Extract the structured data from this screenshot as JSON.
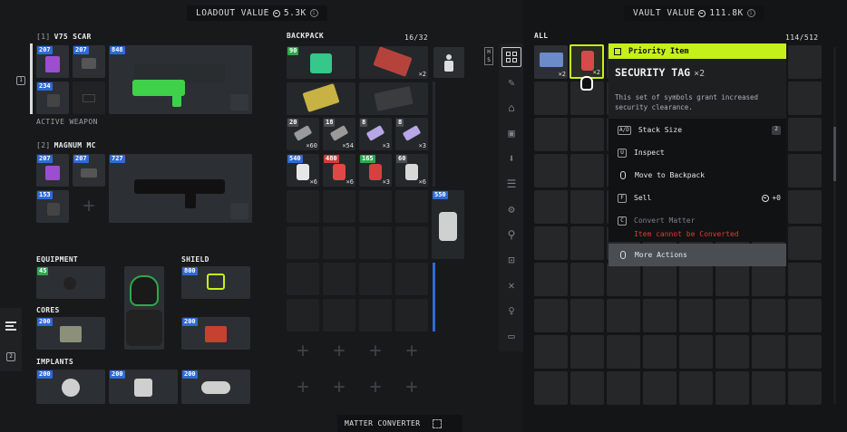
{
  "header": {
    "loadout_label": "LOADOUT VALUE",
    "loadout_value": "5.3K",
    "vault_label": "VAULT VALUE",
    "vault_value": "111.8K"
  },
  "weapons": {
    "w1": {
      "index": "[1]",
      "name": "V75 SCAR",
      "active_label": "ACTIVE WEAPON",
      "side_key": "1",
      "mods": [
        "207",
        "207",
        "234"
      ],
      "value": "848"
    },
    "w2": {
      "index": "[2]",
      "name": "MAGNUM MC",
      "mods": [
        "207",
        "207",
        "153"
      ],
      "value": "727"
    }
  },
  "equipment": {
    "equipment_label": "EQUIPMENT",
    "equipment_value": "45",
    "shield_label": "SHIELD",
    "shield_value": "800",
    "cores_label": "CORES",
    "cores": [
      "200",
      "200"
    ],
    "implants_label": "IMPLANTS",
    "implants": [
      "200",
      "200",
      "200"
    ]
  },
  "backpack": {
    "title": "BACKPACK",
    "capacity": "16/32",
    "hs_label": "H S",
    "items_row1": [
      {
        "value": "90",
        "count": ""
      },
      {
        "value": "",
        "count": "×2"
      }
    ],
    "items_row3": [
      {
        "value": "20",
        "count": "×60"
      },
      {
        "value": "18",
        "count": "×54"
      },
      {
        "value": "8",
        "count": "×3"
      },
      {
        "value": "8",
        "count": "×3"
      }
    ],
    "items_row4": [
      {
        "value": "540",
        "count": "×6"
      },
      {
        "value": "480",
        "count": "×6"
      },
      {
        "value": "165",
        "count": "×3"
      },
      {
        "value": "60",
        "count": "×6"
      }
    ],
    "drone_value": "550",
    "matter_converter": "MATTER CONVERTER"
  },
  "vault": {
    "title": "ALL",
    "capacity": "114/512",
    "item1_count": "×2",
    "item2_count": "×2"
  },
  "context_menu": {
    "priority": "Priority Item",
    "title": "SECURITY TAG",
    "title_count": "×2",
    "description": "This set of symbols grant increased security clearance.",
    "stack_key": "A/D",
    "stack_label": "Stack Size",
    "stack_value": "2",
    "inspect_key": "U",
    "inspect_label": "Inspect",
    "move_label": "Move to Backpack",
    "sell_key": "F",
    "sell_label": "Sell",
    "sell_value": "+0",
    "convert_key": "C",
    "convert_label": "Convert Matter",
    "convert_warning": "Item cannot be Converted",
    "more_label": "More Actions"
  },
  "sidebar": {
    "key2": "2"
  },
  "colors": {
    "accent": "#c6f01a",
    "blue": "#2d6bd6",
    "green": "#2ea84a",
    "red": "#d33b3b",
    "warning": "#e03a3a"
  }
}
